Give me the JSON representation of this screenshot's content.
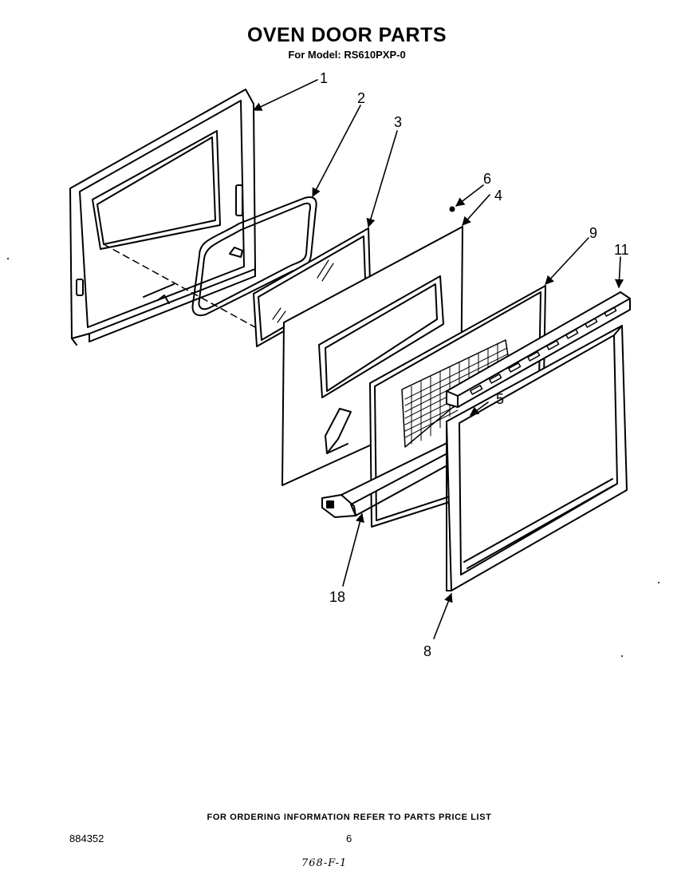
{
  "header": {
    "title": "OVEN DOOR PARTS",
    "model_line": "For Model: RS610PXP-0"
  },
  "parts": [
    {
      "id": "part-1",
      "label": "1"
    },
    {
      "id": "part-2",
      "label": "2"
    },
    {
      "id": "part-3",
      "label": "3"
    },
    {
      "id": "part-4",
      "label": "4"
    },
    {
      "id": "part-5",
      "label": "5"
    },
    {
      "id": "part-6",
      "label": "6"
    },
    {
      "id": "part-8",
      "label": "8"
    },
    {
      "id": "part-9",
      "label": "9"
    },
    {
      "id": "part-11",
      "label": "11"
    },
    {
      "id": "part-18",
      "label": "18"
    }
  ],
  "footer": {
    "ordering_note": "FOR ORDERING INFORMATION REFER TO PARTS PRICE LIST",
    "document_number": "884352",
    "page_number": "6",
    "handwritten_code": "768-F-1"
  }
}
